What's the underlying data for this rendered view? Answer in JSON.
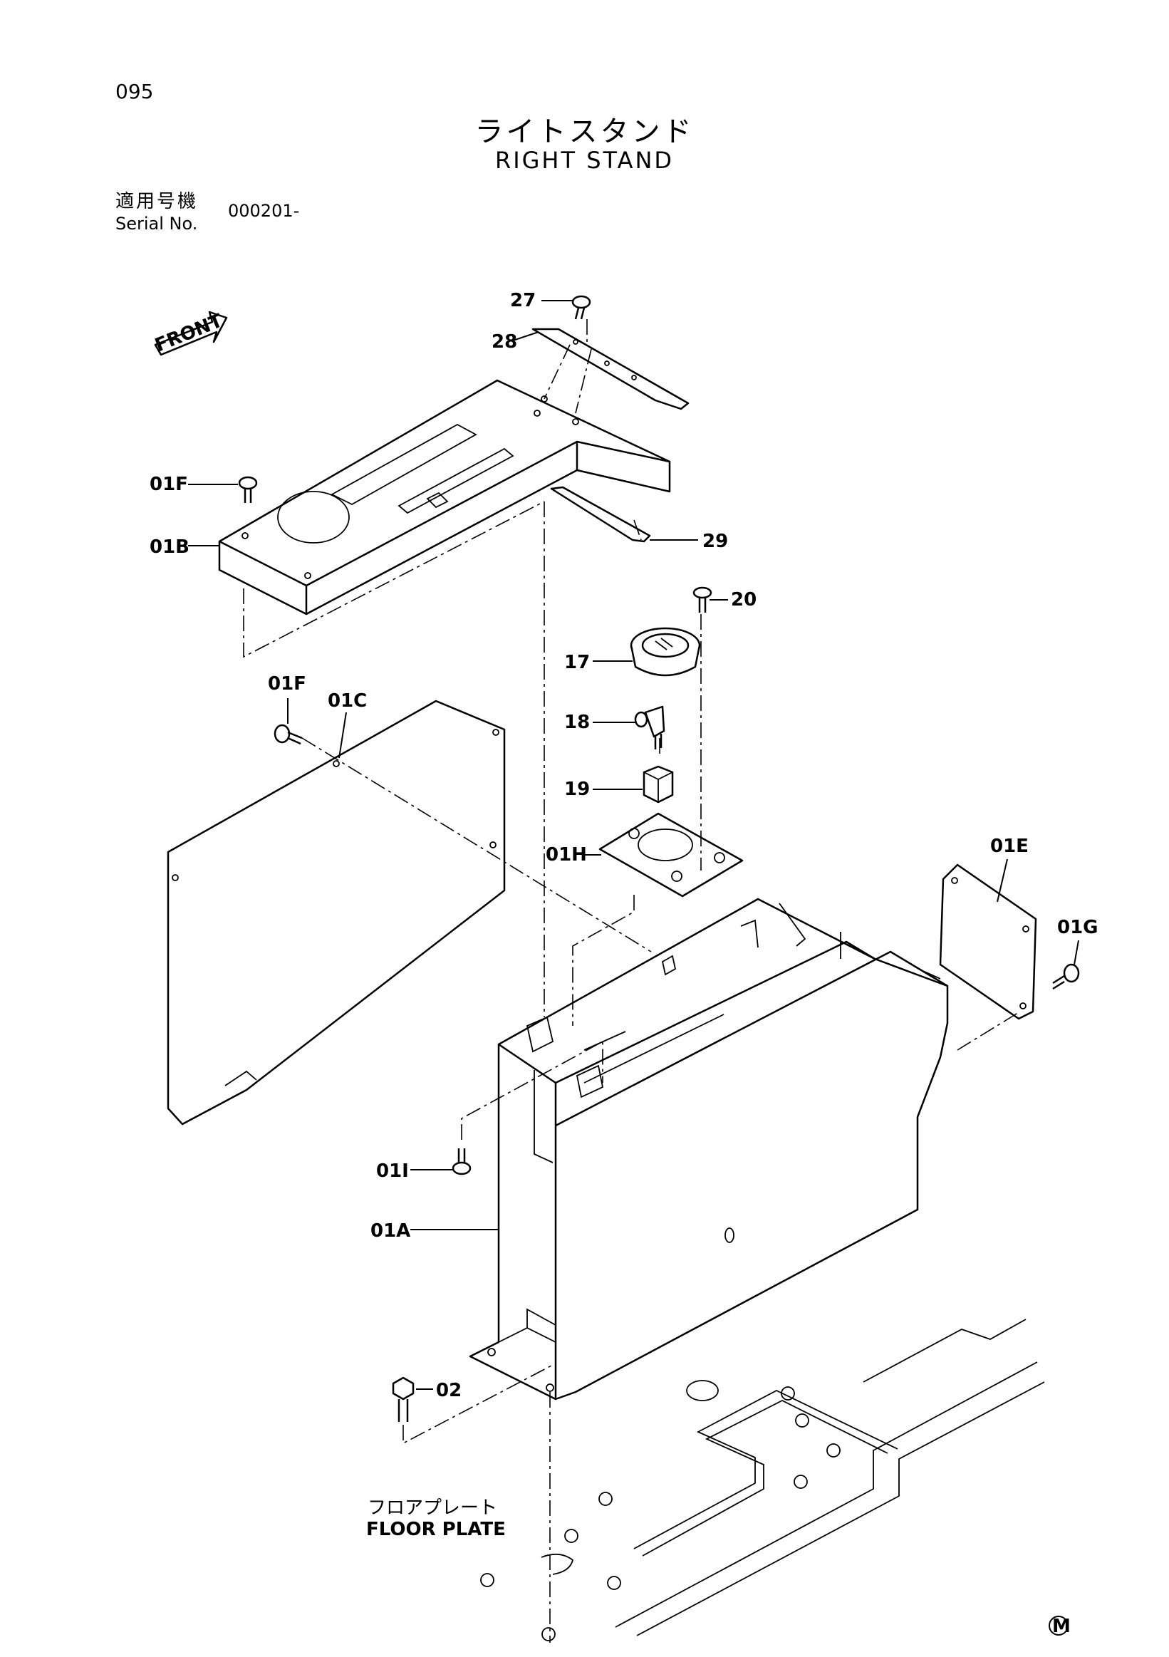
{
  "page": {
    "number": "095",
    "title_jp": "ライトスタンド",
    "title_en": "RIGHT STAND"
  },
  "serial": {
    "label_jp": "適用号機",
    "label_en": "Serial No.",
    "value": "000201-"
  },
  "front_label": "FRONT",
  "floor_plate": {
    "label_jp": "フロアプレート",
    "label_en": "FLOOR PLATE"
  },
  "callouts": {
    "c27": "27",
    "c28": "28",
    "c01F_top": "01F",
    "c01B": "01B",
    "c29": "29",
    "c20": "20",
    "c17": "17",
    "c18": "18",
    "c19": "19",
    "c01F_side": "01F",
    "c01C": "01C",
    "c01H": "01H",
    "c01E": "01E",
    "c01G": "01G",
    "c01I": "01I",
    "c01A": "01A",
    "c02": "02"
  },
  "mark": "M",
  "colors": {
    "line": "#000000",
    "background": "#ffffff"
  }
}
